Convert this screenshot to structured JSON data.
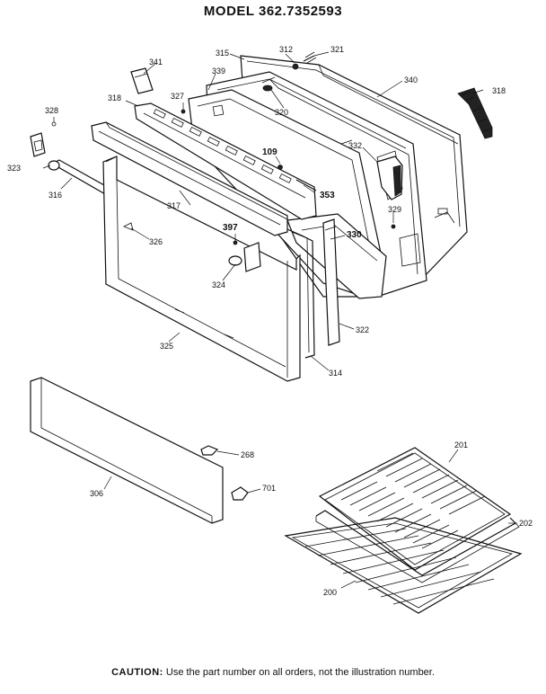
{
  "title": "MODEL 362.7352593",
  "caution": {
    "label": "CAUTION:",
    "text": "Use the part number on all orders, not the illustration number."
  },
  "parts": {
    "p341": "341",
    "p315": "315",
    "p312": "312",
    "p321": "321",
    "p340": "340",
    "p339": "339",
    "p318a": "318",
    "p318b": "318",
    "p327": "327",
    "p320": "320",
    "p328": "328",
    "p323": "323",
    "p316": "316",
    "p317": "317",
    "p109": "109",
    "p332": "332",
    "p353": "353",
    "p329": "329",
    "p397": "397",
    "p326": "326",
    "p330": "330",
    "p324": "324",
    "p322": "322",
    "p325": "325",
    "p314": "314",
    "p268": "268",
    "p306": "306",
    "p701": "701",
    "p201": "201",
    "p202": "202",
    "p200": "200"
  }
}
